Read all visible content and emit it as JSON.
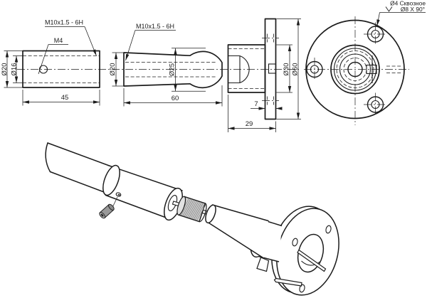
{
  "drawing_type": "mechanical-part-drawing",
  "labels": {
    "adapter_thread": "M10x1.5 - 6H",
    "adapter_setscrew": "M4",
    "ballstud_thread": "M10x1.5 - 6H",
    "flange_note_1": "Ø4 Сквозное",
    "flange_note_2": "Ø8 X 90°"
  },
  "dims": {
    "adapter_outer_dia": "Ø20",
    "adapter_bore_dia": "Ø16",
    "adapter_length": "45",
    "ballstud_shank_dia": "Ø20",
    "ballstud_ball_dia": "Ø25",
    "ballstud_length": "60",
    "socket_bore_dia": "Ø30",
    "socket_flange_dia": "Ø60",
    "socket_flange_thickness": "7",
    "socket_length": "29"
  },
  "colors": {
    "line": "#1c1c1c",
    "background": "#ffffff",
    "thread_fill": "#cfcfcf",
    "screw_fill": "#999999"
  }
}
